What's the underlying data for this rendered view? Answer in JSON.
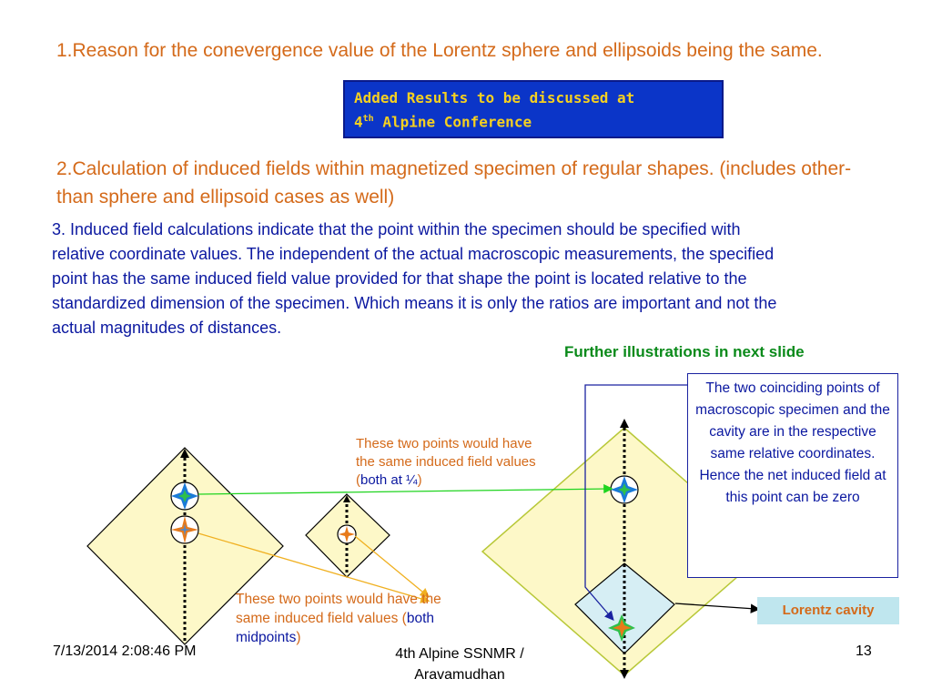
{
  "slide": {
    "point1": "1.Reason for the conevergence value of the Lorentz sphere and ellipsoids being the same.",
    "banner_line1": "Added Results to be discussed at",
    "banner_line2_prefix": "4",
    "banner_line2_sup": "th",
    "banner_line2_suffix": " Alpine Conference",
    "point2": "2.Calculation of induced fields within magnetized specimen of regular shapes. (includes other-than sphere and ellipsoid cases as well)",
    "point3": "3. Induced field calculations indicate that the point within the specimen should be specified with relative coordinate values. The independent of the actual macroscopic measurements, the specified point has the same induced field value provided for that shape the point is located relative to the standardized dimension of the specimen. Which means it is only the ratios are important and not the actual magnitudes of distances.",
    "further": "Further illustrations in next slide",
    "coinciding_box": "The two coinciding points of macroscopic specimen and the cavity are in the respective same relative coordinates. Hence the net induced field at this point can be zero",
    "lorentz_label": "Lorentz cavity",
    "annotation_quarter_text": "These two points would have the same induced field values (",
    "annotation_quarter_highlight": "both at ¼",
    "annotation_quarter_close": ")",
    "annotation_mid_text": "These two points would have the same induced field values (",
    "annotation_mid_highlight": "both midpoints",
    "annotation_mid_close": ")"
  },
  "footer": {
    "date": "7/13/2014 2:08:46 PM",
    "conference": "4th Alpine SSNMR / Aravamudhan",
    "page": "13"
  },
  "colors": {
    "orange_text": "#d46a1a",
    "blue_text": "#0b18a0",
    "banner_bg": "#0b35c8",
    "banner_text": "#f5d020",
    "diamond_fill": "#fdf8c8",
    "green_text": "#0a8a1a",
    "cavity_fill": "#d6eef4"
  }
}
